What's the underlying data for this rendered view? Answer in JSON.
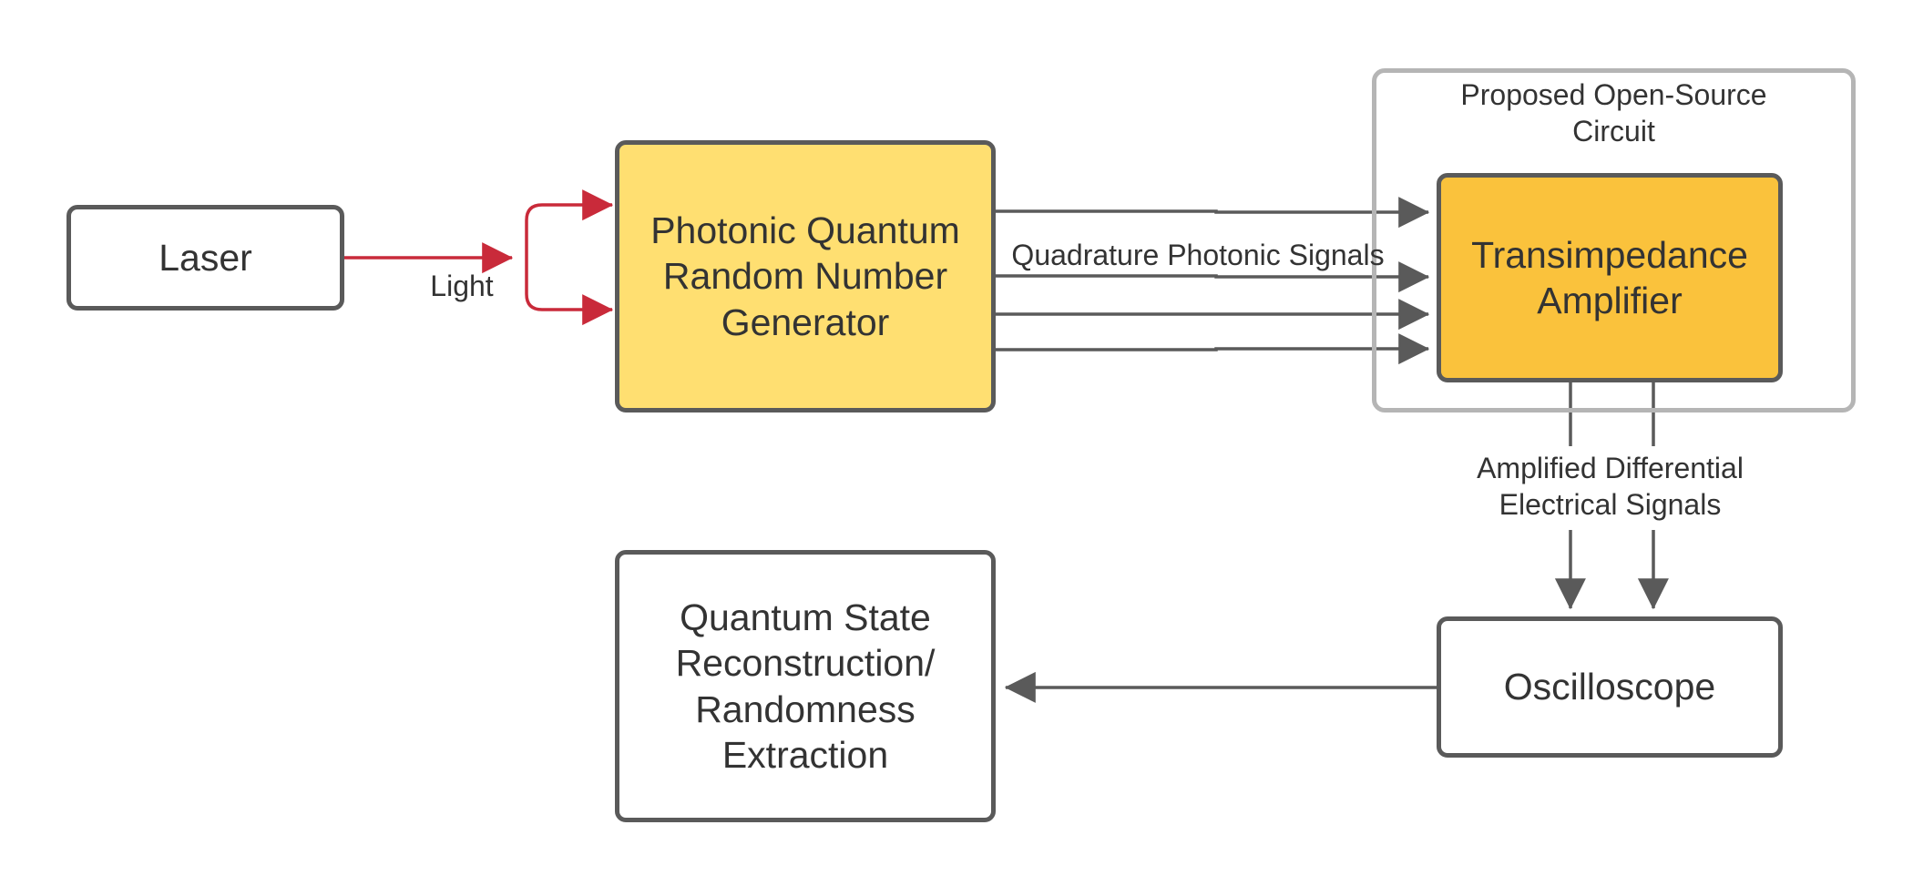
{
  "colors": {
    "box_border": "#5a5a5a",
    "group_border": "#b5b5b5",
    "qrng_fill": "#ffdf71",
    "tia_fill": "#fac23c",
    "light_arrow": "#c92a3a",
    "signal_arrow": "#5a5a5a",
    "text": "#333333"
  },
  "nodes": {
    "laser": "Laser",
    "qrng": "Photonic Quantum\nRandom Number\nGenerator",
    "tia": "Transimpedance\nAmplifier",
    "oscilloscope": "Oscilloscope",
    "reconstruction": "Quantum State\nReconstruction/\nRandomness\nExtraction"
  },
  "group": {
    "label": "Proposed Open-Source\nCircuit"
  },
  "edge_labels": {
    "light": "Light",
    "quadrature": "Quadrature Photonic Signals",
    "amplified": "Amplified Differential\nElectrical Signals"
  },
  "edges": [
    {
      "from": "laser",
      "to": "qrng",
      "label": "Light",
      "count": 2
    },
    {
      "from": "qrng",
      "to": "tia",
      "label": "Quadrature Photonic Signals",
      "count": 4
    },
    {
      "from": "tia",
      "to": "oscilloscope",
      "label": "Amplified Differential\nElectrical Signals",
      "count": 2
    },
    {
      "from": "oscilloscope",
      "to": "reconstruction",
      "count": 1
    }
  ]
}
